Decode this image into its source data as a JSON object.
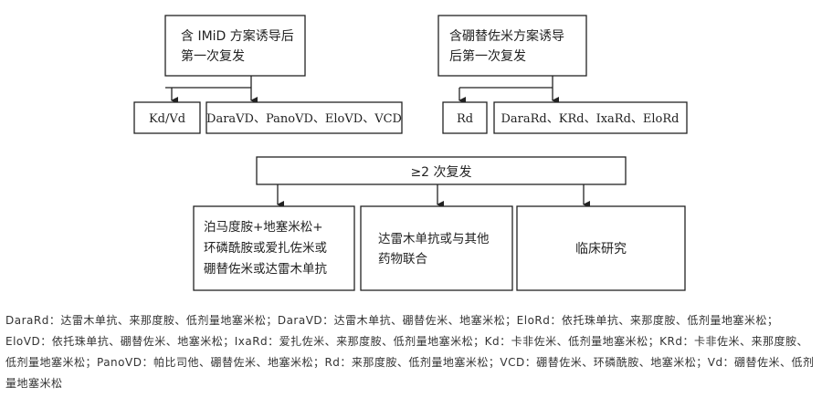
{
  "diagram": {
    "imid_relapse": {
      "line1": "含 IMiD 方案诱导后",
      "line2": "第一次复发"
    },
    "bortezomib_relapse": {
      "line1": "含硼替佐米方案诱导",
      "line2": "后第一次复发"
    },
    "kd_vd": "Kd/Vd",
    "imid_options": "DaraVD、PanoVD、EloVD、VCD",
    "rd": "Rd",
    "bortezomib_options": "DaraRd、KRd、IxaRd、EloRd",
    "second_relapse": "≥2 次复发",
    "pom_combo": {
      "line1": "泊马度胺+地塞米松+",
      "line2": "环磷酰胺或爱扎佐米或",
      "line3": "硼替佐米或达雷木单抗"
    },
    "dara_combo": {
      "line1": "达雷木单抗或与其他",
      "line2": "药物联合"
    },
    "clinical_trial": "临床研究"
  },
  "caption": "DaraRd：达雷木单抗、来那度胺、低剂量地塞米松；DaraVD：达雷木单抗、硼替佐米、地塞米松；EloRd：依托珠单抗、来那度胺、低剂量地塞米松；EloVD：依托珠单抗、硼替佐米、地塞米松；IxaRd：爱扎佐米、来那度胺、低剂量地塞米松；Kd：卡非佐米、低剂量地塞米松；KRd：卡非佐米、来那度胺、低剂量地塞米松；PanoVD：帕比司他、硼替佐米、地塞米松；Rd：来那度胺、低剂量地塞米松；VCD：硼替佐米、环磷酰胺、地塞米松；Vd：硼替佐米、低剂量地塞米松"
}
